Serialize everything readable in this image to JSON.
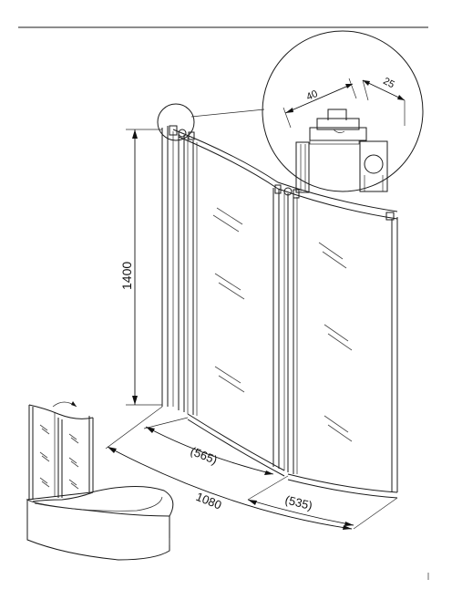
{
  "drawing": {
    "dimensions": {
      "height": "1400",
      "total_width": "1080",
      "left_panel": "(565)",
      "right_panel": "(535)"
    },
    "detail": {
      "profile_width": "40",
      "gap": "25"
    },
    "colors": {
      "line": "#1a1a1a",
      "background": "#ffffff"
    }
  }
}
